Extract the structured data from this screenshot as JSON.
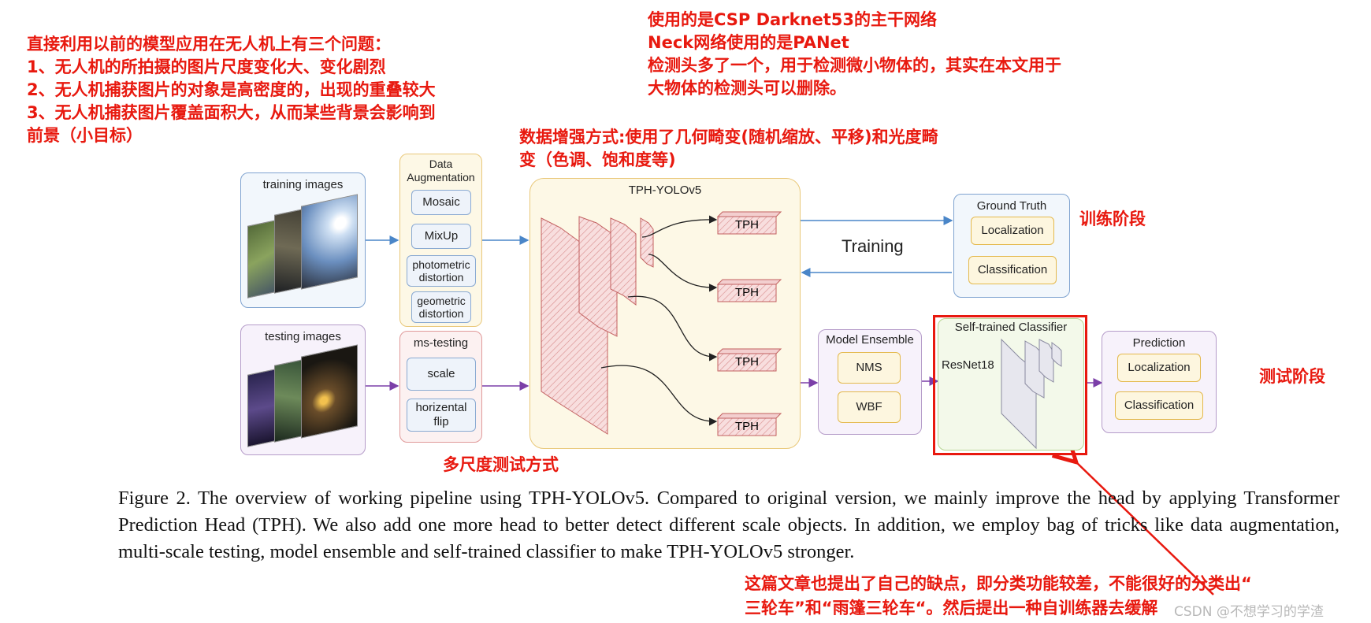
{
  "notes": {
    "problems": [
      "直接利用以前的模型应用在无人机上有三个问题：",
      "1、无人机的所拍摄的图片尺度变化大、变化剧烈",
      "2、无人机捕获图片的对象是高密度的，出现的重叠较大",
      "3、无人机捕获图片覆盖面积大，从而某些背景会影响到",
      "前景（小目标）"
    ],
    "backbone": [
      "使用的是CSP Darknet53的主干网络",
      "Neck网络使用的是PANet",
      "检测头多了一个，用于检测微小物体的，其实在本文用于",
      "大物体的检测头可以删除。"
    ],
    "augmentation": [
      "数据增强方式:使用了几何畸变(随机缩放、平移)和光度畸",
      "变（色调、饱和度等)"
    ],
    "train_stage": "训练阶段",
    "test_stage": "测试阶段",
    "ms_test": "多尺度测试方式",
    "weakness": [
      "这篇文章也提出了自己的缺点，即分类功能较差，不能很好的分类出“",
      "三轮车”和“雨篷三轮车“。然后提出一种自训练器去缓解"
    ],
    "watermark": "CSDN @不想学习的学渣"
  },
  "diagram": {
    "training_images": "training images",
    "testing_images": "testing images",
    "data_aug": {
      "title_lines": [
        "Data",
        "Augmentation"
      ],
      "items": [
        "Mosaic",
        "MixUp",
        "photometric distortion",
        "geometric distortion"
      ]
    },
    "ms_testing": {
      "title": "ms-testing",
      "items": [
        "scale",
        "horizental flip"
      ]
    },
    "tph_yolo": {
      "title": "TPH-YOLOv5",
      "heads": [
        "TPH",
        "TPH",
        "TPH",
        "TPH"
      ]
    },
    "training_label": "Training",
    "ground_truth": {
      "title": "Ground Truth",
      "items": [
        "Localization",
        "Classification"
      ]
    },
    "model_ensemble": {
      "title": "Model Ensemble",
      "items": [
        "NMS",
        "WBF"
      ]
    },
    "classifier": {
      "title": "Self-trained Classifier",
      "backbone": "ResNet18"
    },
    "prediction": {
      "title": "Prediction",
      "items": [
        "Localization",
        "Classification"
      ]
    }
  },
  "caption": {
    "text": "Figure 2. The overview of working pipeline using TPH-YOLOv5. Compared to original version, we mainly improve the head by applying Transformer Prediction Head (TPH). We also add one more head to better detect different scale objects. In addition, we employ bag of tricks like data augmentation, multi-scale testing, model ensemble and self-trained classifier to make TPH-YOLOv5 stronger."
  },
  "colors": {
    "annotation_red": "#e8190f",
    "arrow_blue": "#4a86c8",
    "arrow_purple": "#7b3fa8"
  }
}
